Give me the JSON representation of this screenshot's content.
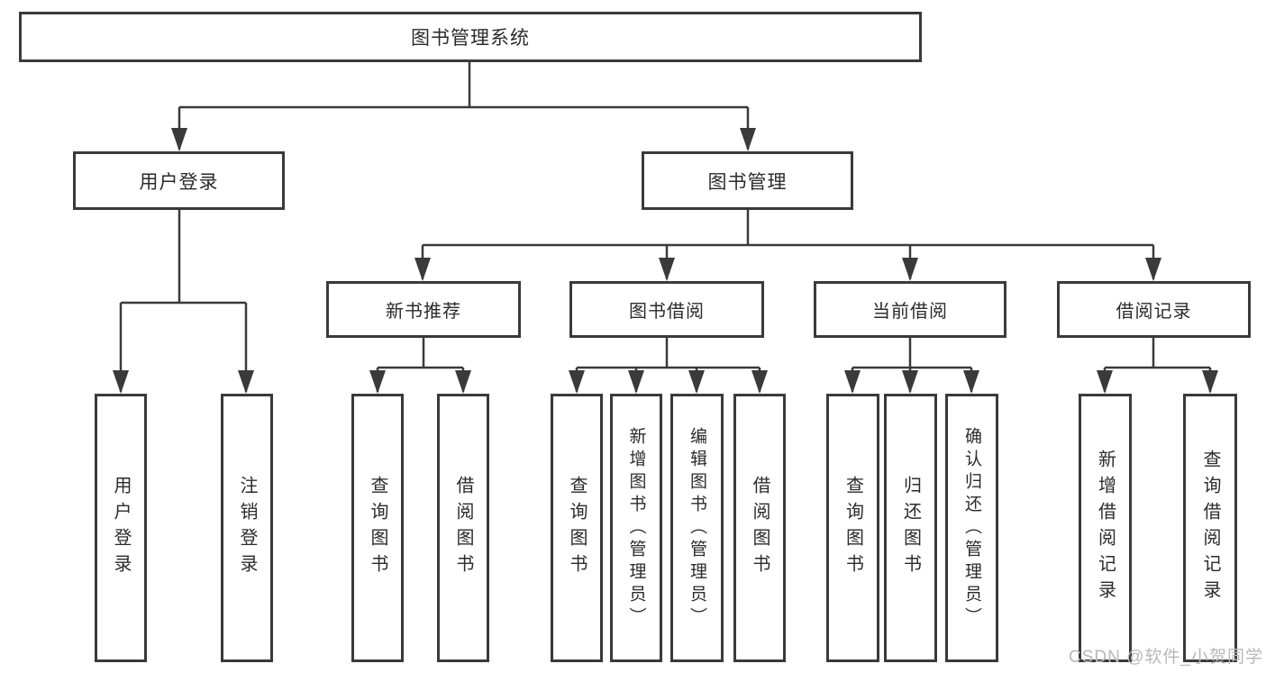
{
  "diagram": {
    "type": "hierarchy-tree",
    "root": {
      "label": "图书管理系统"
    },
    "level2": {
      "user_login": {
        "label": "用户登录",
        "children": [
          "用户登录",
          "注销登录"
        ]
      },
      "book_management": {
        "label": "图书管理",
        "children": [
          "新书推荐",
          "图书借阅",
          "当前借阅",
          "借阅记录"
        ]
      }
    },
    "level3": {
      "new_books": {
        "label": "新书推荐",
        "children": [
          "查询图书",
          "借阅图书"
        ]
      },
      "book_borrow": {
        "label": "图书借阅",
        "children": [
          "查询图书",
          "新增图书（管理员）",
          "编辑图书（管理员）",
          "借阅图书"
        ]
      },
      "current_borrow": {
        "label": "当前借阅",
        "children": [
          "查询图书",
          "归还图书",
          "确认归还（管理员）"
        ]
      },
      "borrow_records": {
        "label": "借阅记录",
        "children": [
          "新增借阅记录",
          "查询借阅记录"
        ]
      }
    },
    "leaves": {
      "login": "用户登录",
      "logout": "注销登录",
      "nb_query": "查询图书",
      "nb_borrow": "借阅图书",
      "bb_query": "查询图书",
      "bb_add": "新增图书（管理员）",
      "bb_edit": "编辑图书（管理员）",
      "bb_borrow": "借阅图书",
      "cb_query": "查询图书",
      "cb_return": "归还图书",
      "cb_confirm": "确认归还（管理员）",
      "br_add": "新增借阅记录",
      "br_query": "查询借阅记录"
    }
  },
  "watermark": {
    "text": "CSDN @软件_小贺同学",
    "color": "#b8b8b8"
  },
  "colors": {
    "background": "#ffffff",
    "box_border": "#3a3a3a",
    "box_fill": "#ffffff",
    "text": "#2b2b2b",
    "connector": "#3a3a3a"
  }
}
